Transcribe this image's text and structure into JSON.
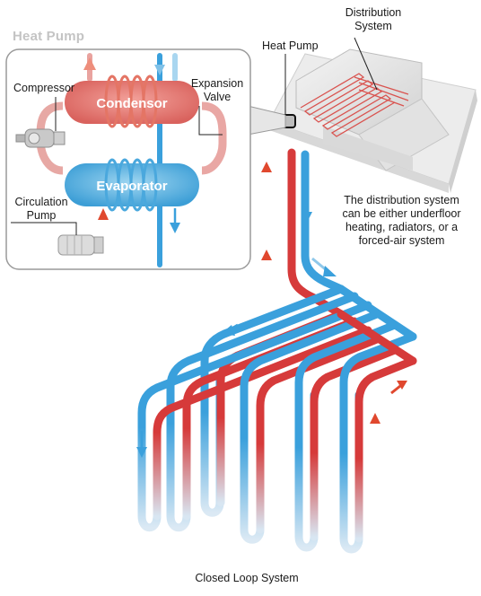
{
  "labels": {
    "inset_title": "Heat Pump",
    "heat_pump": "Heat Pump",
    "distribution_line1": "Distribution",
    "distribution_line2": "System",
    "compressor": "Compressor",
    "expansion_line1": "Expansion",
    "expansion_line2": "Valve",
    "circulation_line1": "Circulation",
    "circulation_line2": "Pump",
    "condensor": "Condensor",
    "evaporator": "Evaporator",
    "note_line1": "The distribution system",
    "note_line2": "can be either underfloor",
    "note_line3": "heating, radiators, or a",
    "note_line4": "forced-air system",
    "closed_loop": "Closed Loop System"
  },
  "colors": {
    "hot": "#d63a3a",
    "cold": "#3aa0dc",
    "hot_light": "#f0a0a0",
    "cold_light": "#a9d6f0",
    "inset_border": "#9a9a9a",
    "house": "#e8e8e8"
  },
  "icons": [
    "compressor-icon",
    "circulation-pump-icon",
    "arrow-up-icon",
    "arrow-down-icon"
  ]
}
